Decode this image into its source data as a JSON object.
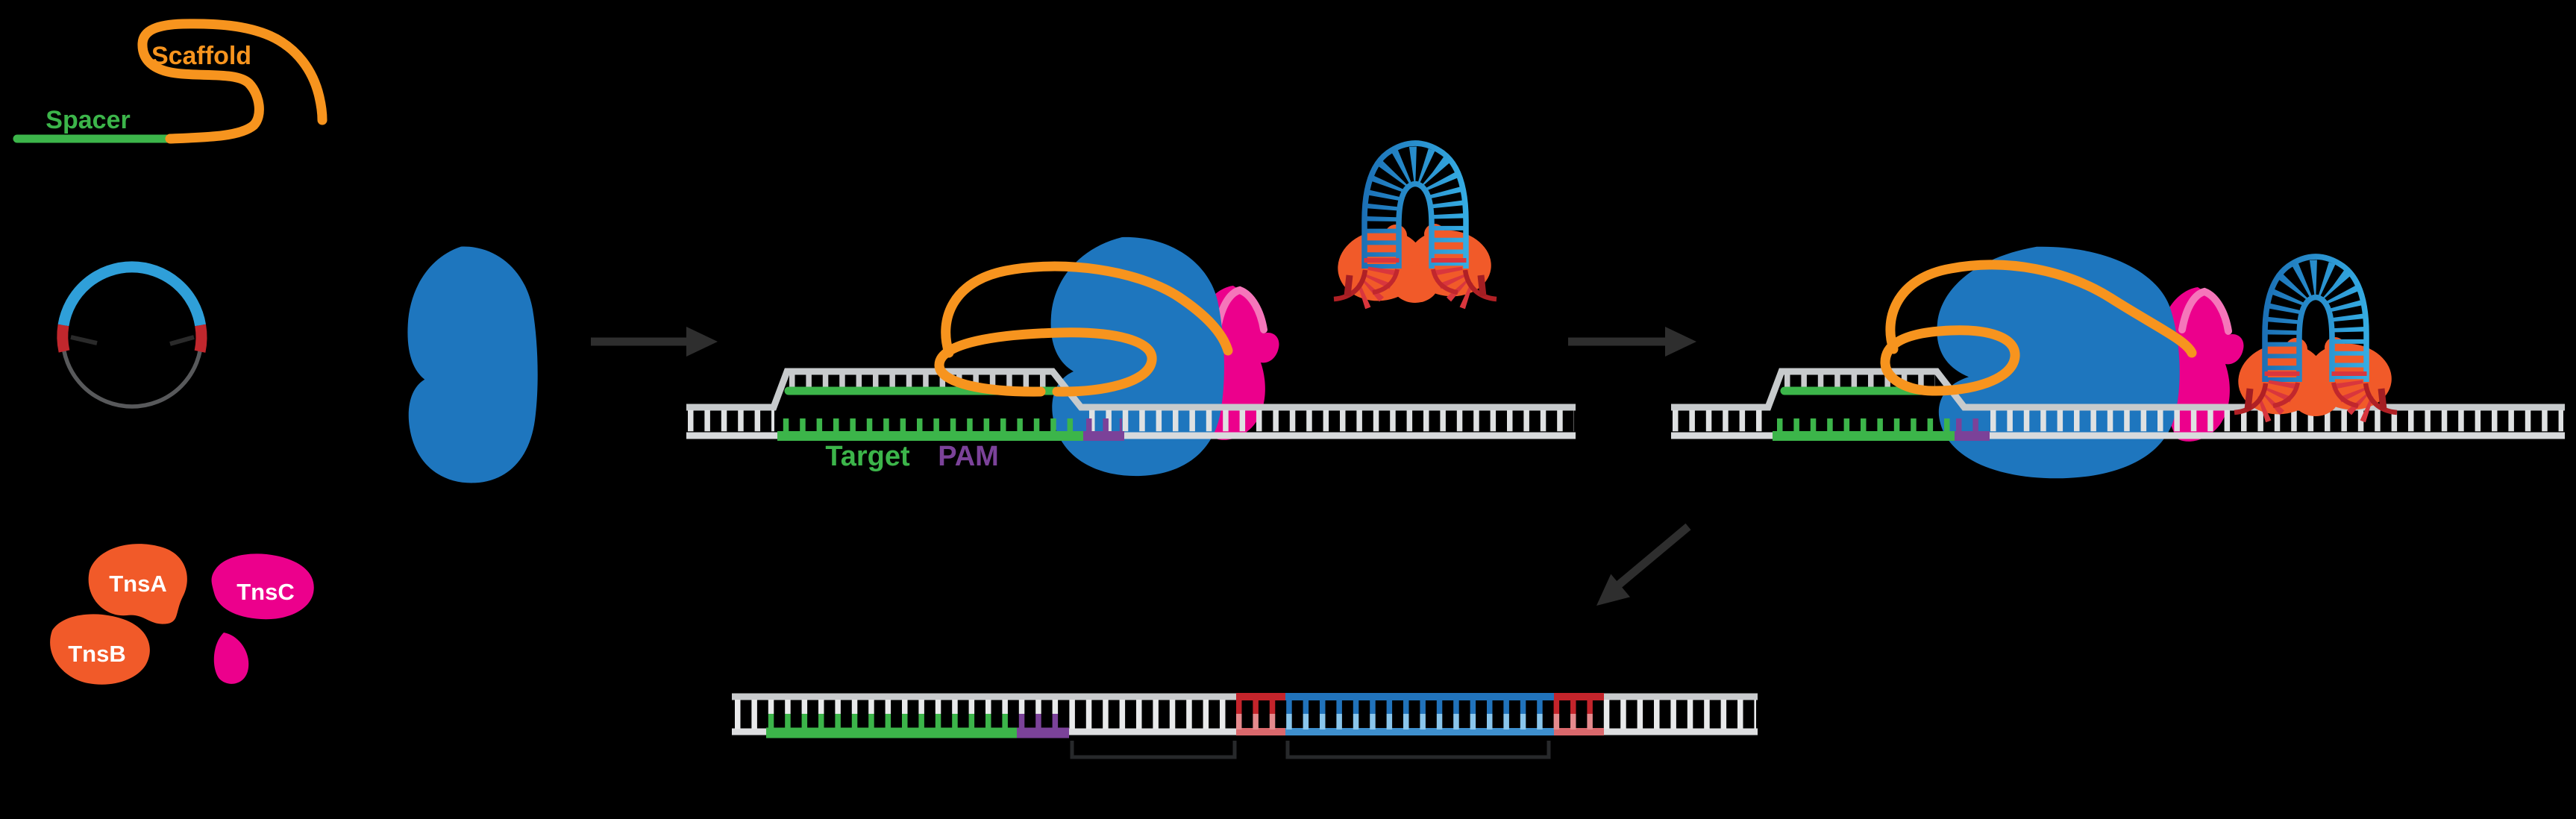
{
  "labels": {
    "scaffold": "Scaffold",
    "spacer": "Spacer",
    "tnsa": "TnsA",
    "tnsb": "TnsB",
    "tnsc": "TnsC",
    "target": "Target",
    "pam": "PAM"
  },
  "colors": {
    "background": "#000000",
    "spacer_green": "#3CB54A",
    "scaffold_orange": "#F7941E",
    "transposase_orange": "#F15A29",
    "cas_blue": "#1E76BE",
    "cargo_blue": "#2173BB",
    "cargo_blue_light": "#8AC6EC",
    "donor_end_red": "#C4242B",
    "donor_end_red_light": "#E58A8D",
    "tnsc_magenta": "#EC008C",
    "tnsc_magenta_light": "#F576BA",
    "pam_purple": "#7B4299",
    "dna_gray": "#D1D3D4",
    "plasmid_backbone_gray": "#58595B",
    "arrow_gray": "#2E2E2E"
  }
}
